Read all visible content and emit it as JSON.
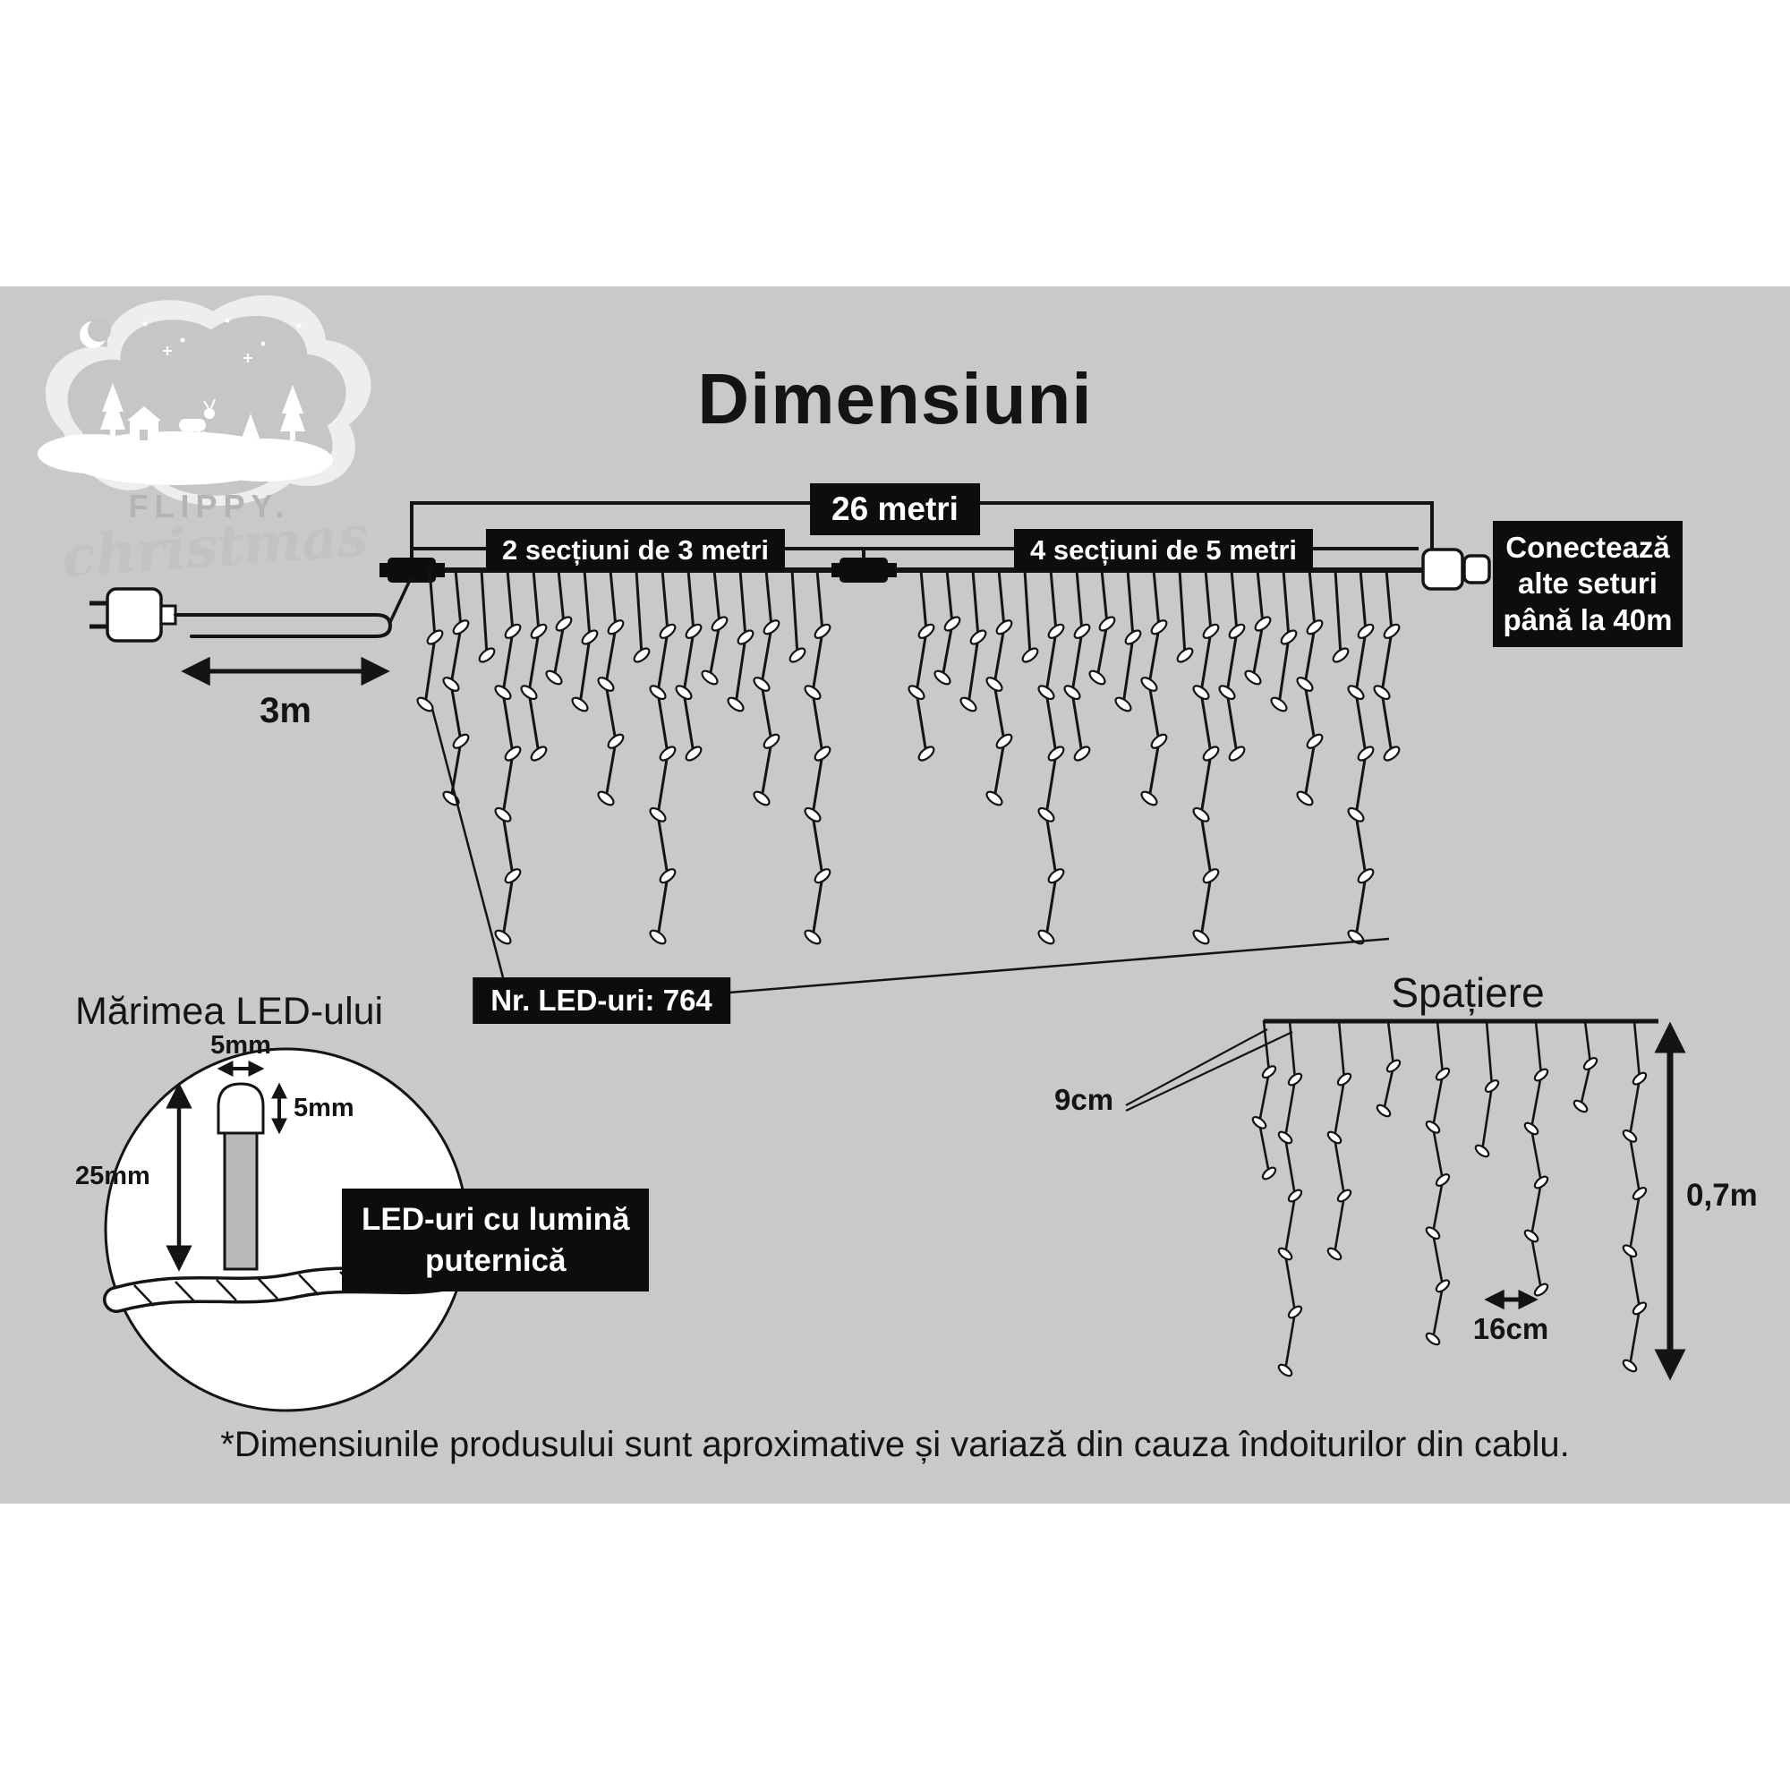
{
  "title": "Dimensiuni",
  "brand": {
    "name": "FLIPPY.",
    "script": "christmas"
  },
  "main_diagram": {
    "total_length": "26 metri",
    "left_sections": "2 secțiuni de 3 metri",
    "right_sections": "4 secțiuni de 5 metri",
    "lead_length": "3m",
    "connect_note_lines": [
      "Conectează",
      "alte seturi",
      "până la 40m"
    ],
    "led_count": "Nr. LED-uri: 764"
  },
  "led_detail": {
    "section_title": "Mărimea LED-ului",
    "bulb_width": "5mm",
    "bulb_cap_height": "5mm",
    "bulb_length": "25mm",
    "note_lines": [
      "LED-uri cu lumină",
      "puternică"
    ]
  },
  "spacing_diagram": {
    "section_title": "Spațiere",
    "drop_gap": "9cm",
    "bulb_gap": "16cm",
    "drop_height": "0,7m"
  },
  "footnote": "*Dimensiunile produsului sunt aproximative și variază din cauza îndoiturilor din cablu.",
  "colors": {
    "band": "#c9c9c9",
    "label_box": "#0d0d0d",
    "label_text": "#ffffff",
    "ink": "#1a1a1a",
    "logo_gray": "#b8b8b8"
  }
}
